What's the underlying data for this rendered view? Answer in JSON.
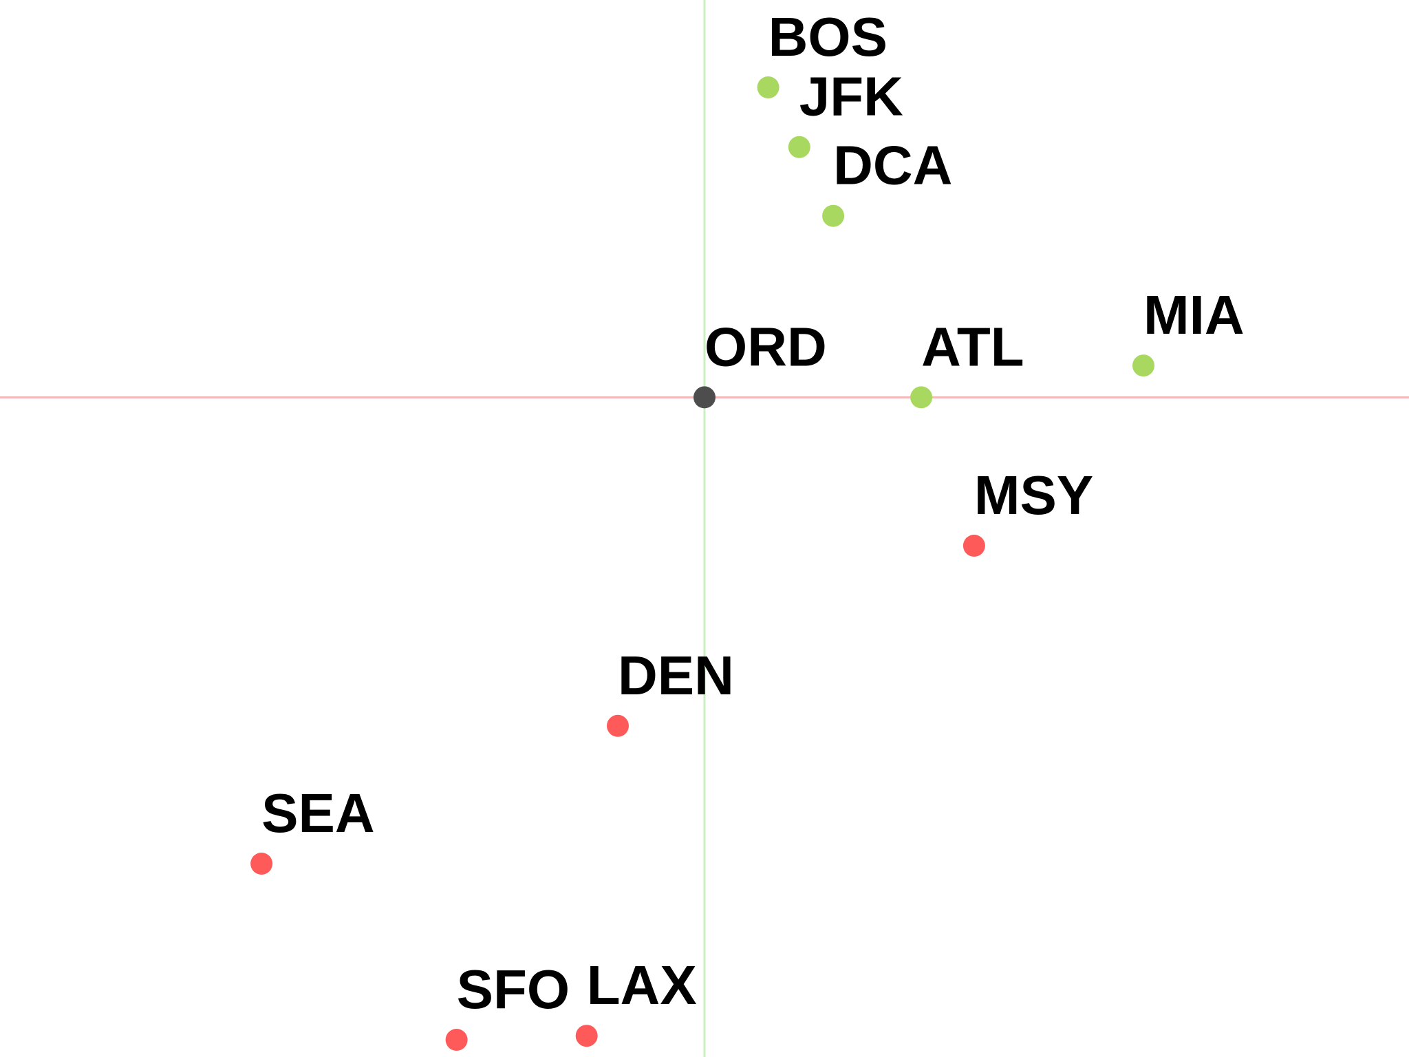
{
  "chart_data": {
    "type": "scatter",
    "title": "",
    "xlabel": "",
    "ylabel": "",
    "xlim": [
      -5.2,
      5.2
    ],
    "ylim": [
      -4.98,
      3.0
    ],
    "grid": false,
    "axis_lines": {
      "x_axis_color": "#f4b8b8",
      "y_axis_color": "#c8f0c0"
    },
    "group_colors": {
      "origin": "#4d4d4d",
      "east": "#a8d860",
      "west": "#ff5a5a"
    },
    "points": [
      {
        "label": "ORD",
        "x": 0.0,
        "y": 0.0,
        "group": "origin"
      },
      {
        "label": "BOS",
        "x": 0.47,
        "y": 2.34,
        "group": "east"
      },
      {
        "label": "JFK",
        "x": 0.7,
        "y": 1.89,
        "group": "east"
      },
      {
        "label": "DCA",
        "x": 0.95,
        "y": 1.37,
        "group": "east"
      },
      {
        "label": "ATL",
        "x": 1.6,
        "y": 0.0,
        "group": "east"
      },
      {
        "label": "MIA",
        "x": 3.24,
        "y": 0.24,
        "group": "east"
      },
      {
        "label": "MSY",
        "x": 1.99,
        "y": -1.12,
        "group": "west"
      },
      {
        "label": "DEN",
        "x": -0.64,
        "y": -2.48,
        "group": "west"
      },
      {
        "label": "SEA",
        "x": -3.27,
        "y": -3.52,
        "group": "west"
      },
      {
        "label": "SFO",
        "x": -1.83,
        "y": -4.85,
        "group": "west"
      },
      {
        "label": "LAX",
        "x": -0.87,
        "y": -4.82,
        "group": "west"
      }
    ]
  }
}
